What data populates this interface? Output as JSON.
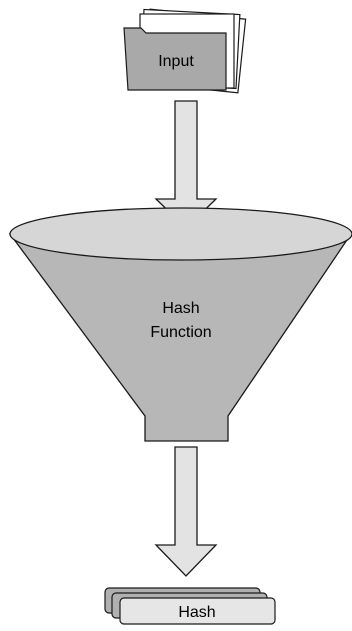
{
  "input": {
    "label": "Input"
  },
  "funnel": {
    "label_line1": "Hash",
    "label_line2": "Function"
  },
  "output": {
    "label": "Hash"
  },
  "colors": {
    "funnel_fill": "#b7b7b7",
    "funnel_rim": "#d6d6d6",
    "folder_fill": "#a9a9a9",
    "arrow_fill": "#e3e3e3",
    "hash_card_fill": "#b0b0b0",
    "hash_front_fill": "#e6e6e6",
    "stroke": "#1a1a1a"
  }
}
